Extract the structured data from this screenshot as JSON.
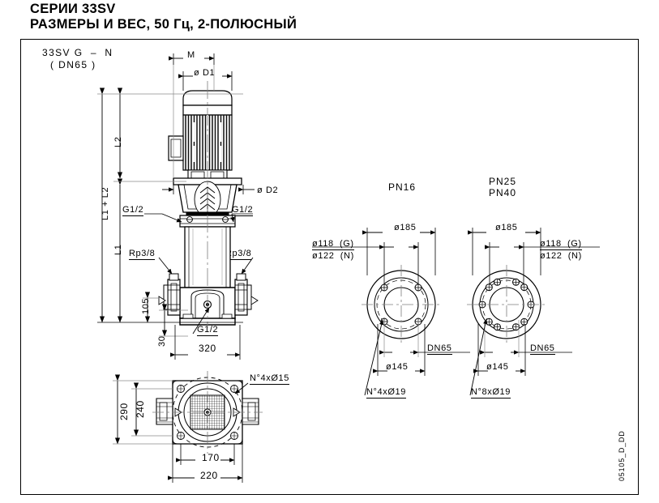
{
  "title": {
    "line1": "СЕРИИ 33SV",
    "line2": "РАЗМЕРЫ И ВЕС, 50 Гц, 2-ПОЛЮСНЫЙ"
  },
  "drawing": {
    "model_label": "33SV G  –  N",
    "model_sub": "( DN65 )",
    "footer_code": "05105_D_DD",
    "main_view": {
      "dim_m": "M",
      "dim_d1": "ø D1",
      "dim_d2": "ø D2",
      "dim_l2": "L2",
      "dim_l1": "L1",
      "dim_l1_l2": "L1 + L2",
      "port_left": "G1/2",
      "port_right": "G1/2",
      "drain_left": "Rp3/8",
      "drain_right": "Rp3/8",
      "dim_105": "105",
      "dim_30": "30",
      "dim_320": "320",
      "base_port": "G1/2"
    },
    "plan_view": {
      "dim_290": "290",
      "dim_240": "240",
      "dim_170": "170",
      "dim_220": "220",
      "holes": "N°4xØ15"
    },
    "flange_pn16": {
      "title": "PN16",
      "dim_outer": "ø185",
      "dim_g": "ø118  (G)",
      "dim_n": "ø122  (N)",
      "dim_bolt_circle": "ø145",
      "dim_bore": "DN65",
      "holes": "N°4xØ19"
    },
    "flange_pn2540": {
      "title_line1": "PN25",
      "title_line2": "PN40",
      "dim_outer": "ø185",
      "dim_g": "ø118  (G)",
      "dim_n": "ø122  (N)",
      "dim_bolt_circle": "ø145",
      "dim_bore": "DN65",
      "holes": "N°8xØ19"
    }
  },
  "colors": {
    "ink": "#000000",
    "thin_gray": "#7d7d7d",
    "fin_dark": "#111111",
    "background": "#ffffff"
  }
}
